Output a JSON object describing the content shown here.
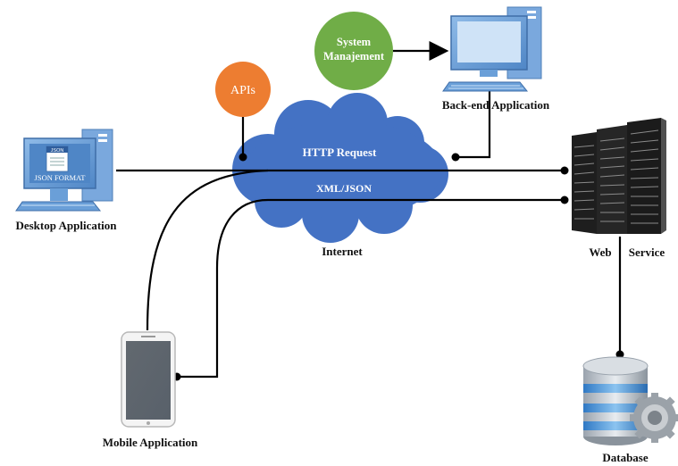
{
  "labels": {
    "desktop": "Desktop Application",
    "json_icon": "JSON",
    "json_format": "JSON FORMAT",
    "apis": "APIs",
    "system_line1": "System",
    "system_line2": "Manajement",
    "backend": "Back-end Application",
    "http_request": "HTTP Request",
    "xml_json": "XML/JSON",
    "internet": "Internet",
    "web": "Web",
    "service": "Service",
    "mobile": "Mobile Application",
    "database": "Database"
  },
  "colors": {
    "cloud": "#4472c4",
    "apis_circle": "#ed7d31",
    "system_circle": "#70ad47",
    "monitor": "#6a9fd8",
    "server": "#2a2a2a",
    "database": "#5b9bd5",
    "line": "#000000"
  },
  "icons": {
    "desktop": "desktop-computer-icon",
    "backend": "desktop-computer-icon",
    "server": "server-rack-icon",
    "mobile": "smartphone-icon",
    "database": "database-gear-icon"
  }
}
